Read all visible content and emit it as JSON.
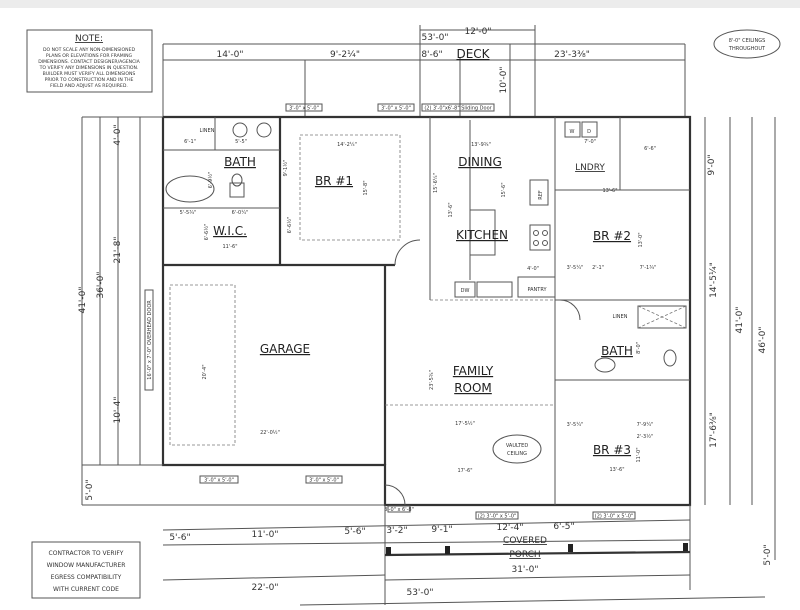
{
  "notes": {
    "note_title": "NOTE:",
    "note_lines": [
      "DO NOT SCALE ANY NON-DIMENSIONED",
      "PLANS OR ELEVATIONS FOR FRAMING",
      "DIMENSIONS. CONTACT DESIGNER/AGENCIA",
      "TO VERIFY ANY DIMENSIONS IN QUESTION.",
      "BUILDER MUST VERIFY ALL DIMENSIONS",
      "PRIOR TO CONSTRUCTION AND IN THE",
      "FIELD AND ADJUST AS REQUIRED."
    ],
    "ceilings": [
      "8'-0\" CEILINGS",
      "THROUGHOUT"
    ],
    "contractor": [
      "CONTRACTOR TO VERIFY",
      "WINDOW MANUFACTURER",
      "EGRESS COMPATIBILITY",
      "WITH CURRENT CODE"
    ],
    "vaulted": [
      "VAULTED",
      "CEILING"
    ]
  },
  "rooms": {
    "deck": "DECK",
    "bath1": "BATH",
    "linen": "LINEN",
    "wic": "W.I.C.",
    "br1": "BR #1",
    "dining": "DINING",
    "kitchen": "KITCHEN",
    "laundry": "LNDRY",
    "br2": "BR #2",
    "garage": "GARAGE",
    "family": [
      "FAMILY",
      "ROOM"
    ],
    "bath2": "BATH",
    "br3": "BR #3",
    "porch": [
      "COVERED",
      "PORCH"
    ],
    "pantry": "PANTRY",
    "ref": "REF",
    "dw": "DW",
    "washer": "W",
    "dryer": "D",
    "linen2": "LINEN"
  },
  "windows": {
    "w1": "3'-0\" x 5'-0\"",
    "w2": "3'-0\" x 5'-0\"",
    "sliding": "(2) 3'-0\"x6'-8\" Sliding Door",
    "garage1": "3'-0\" x 5'-0\"",
    "garage2": "3'-0\" x 5'-0\"",
    "garage_door": "16'-0\" x 7'-0\" OVERHEAD DOOR",
    "porch1": "(2) 3'-0\" x 5'-0\"",
    "porch2": "(2) 3'-0\" x 5'-0\"",
    "entry": "3'-0\" x 6'-8\""
  },
  "dimensions": {
    "top": [
      "14'-0\"",
      "9'-2¼\"",
      "8'-6\"",
      "23'-3⅜\"",
      "53'-0\"",
      "12'-0\"",
      "10'-0\""
    ],
    "interior": [
      "5'-5\"",
      "6'-1\"",
      "6'-9½\"",
      "5'-5¾\"",
      "6'-0¼\"",
      "6'-6½\"",
      "11'-6\"",
      "14'-2¼\"",
      "15'-8\"",
      "9'-1½\"",
      "6'-6½\"",
      "13'-9¾\"",
      "15'-6¼\"",
      "13'-6\"",
      "15'-6\"",
      "7'-0\"",
      "6'-6\"",
      "13'-6\"",
      "13'-0\"",
      "3'-5¼\"",
      "2'-1\"",
      "7'-1¾\"",
      "4'-0\"",
      "20'-4\"",
      "22'-0½\"",
      "23'-5¾\"",
      "17'-5½\"",
      "17'-6\"",
      "3'-5¼\"",
      "7'-9¼\"",
      "2'-3½\"",
      "11'-0\"",
      "13'-6\"",
      "8'-0\""
    ],
    "left": [
      "4'-0\"",
      "21'-8\"",
      "36'-0\"",
      "41'-0\"",
      "10'-4\"",
      "5'-0\""
    ],
    "right": [
      "9'-0\"",
      "14'-5¼\"",
      "41'-0\"",
      "46'-0\"",
      "17'-6⅜\"",
      "5'-0\""
    ],
    "bottom": [
      "5'-6\"",
      "11'-0\"",
      "5'-6\"",
      "3'-2\"",
      "9'-1\"",
      "12'-4\"",
      "6'-5\"",
      "31'-0\"",
      "22'-0\"",
      "53'-0\""
    ]
  }
}
